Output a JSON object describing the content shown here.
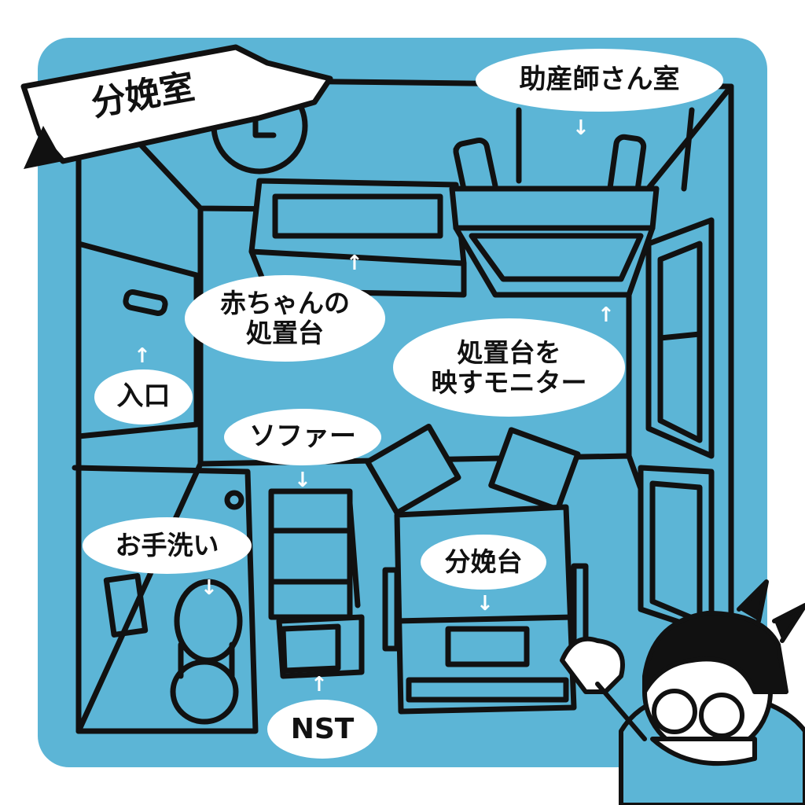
{
  "title": "分娩室",
  "labels": {
    "midwife_room": "助産師さん室",
    "baby_table": "赤ちゃんの\n処置台",
    "monitor": "処置台を\n映すモニター",
    "entrance": "入口",
    "sofa": "ソファー",
    "handwash": "お手洗い",
    "delivery_table": "分娩台",
    "nst": "NST"
  },
  "colors": {
    "room_fill": "#5cb5d6",
    "outline": "#111111",
    "label_bg": "#ffffff",
    "skin": "#ffffff",
    "hair": "#111111"
  }
}
